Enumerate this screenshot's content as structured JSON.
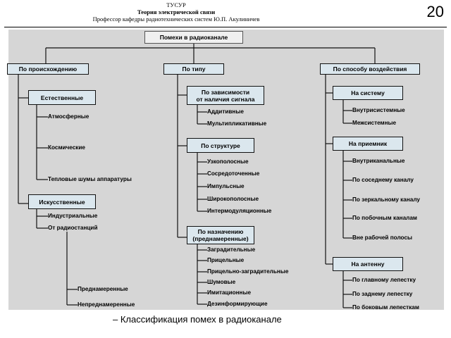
{
  "header": {
    "org": "ТУСУР",
    "course": "Теория электрической связи",
    "author": "Профессор кафедры радиотехнических систем Ю.П. Акулиничев",
    "page": "20"
  },
  "diagram": {
    "root": "Помехи в радиоканале",
    "col1": {
      "title": "По происхождению",
      "natural": {
        "title": "Естественные",
        "items": [
          "Атмосферные",
          "Космические",
          "Тепловые шумы аппаратуры"
        ]
      },
      "artificial": {
        "title": "Искусственные",
        "items": [
          "Индустриальные",
          "От радиостанций"
        ],
        "sub": [
          "Преднамеренные",
          "Непреднамеренные"
        ]
      }
    },
    "col2": {
      "title": "По типу",
      "signal": {
        "title_l1": "По зависимости",
        "title_l2": "от наличия сигнала",
        "items": [
          "Аддитивные",
          "Мультипликативные"
        ]
      },
      "structure": {
        "title": "По структуре",
        "items": [
          "Узкополосные",
          "Сосредоточенные",
          "Импульсные",
          "Широкополосные",
          "Интермодуляционные"
        ]
      },
      "purpose": {
        "title_l1": "По назначению",
        "title_l2": "(преднамеренные)",
        "items": [
          "Заградительные",
          "Прицельные",
          "Прицельно-заградительные",
          "Шумовые",
          "Имитационные",
          "Дезинформирующие"
        ]
      }
    },
    "col3": {
      "title": "По способу воздействия",
      "system": {
        "title": "На систему",
        "items": [
          "Внутрисистемные",
          "Межсистемные"
        ]
      },
      "receiver": {
        "title": "На приемник",
        "items": [
          "Внутриканальные",
          "По соседнему каналу",
          "По зеркальному каналу",
          "По побочным каналам",
          "Вне рабочей полосы"
        ]
      },
      "antenna": {
        "title": "На антенну",
        "items": [
          "По главному лепестку",
          "По заднему лепестку",
          "По боковым лепесткам"
        ]
      }
    }
  },
  "caption": "– Классификация помех в радиоканале"
}
